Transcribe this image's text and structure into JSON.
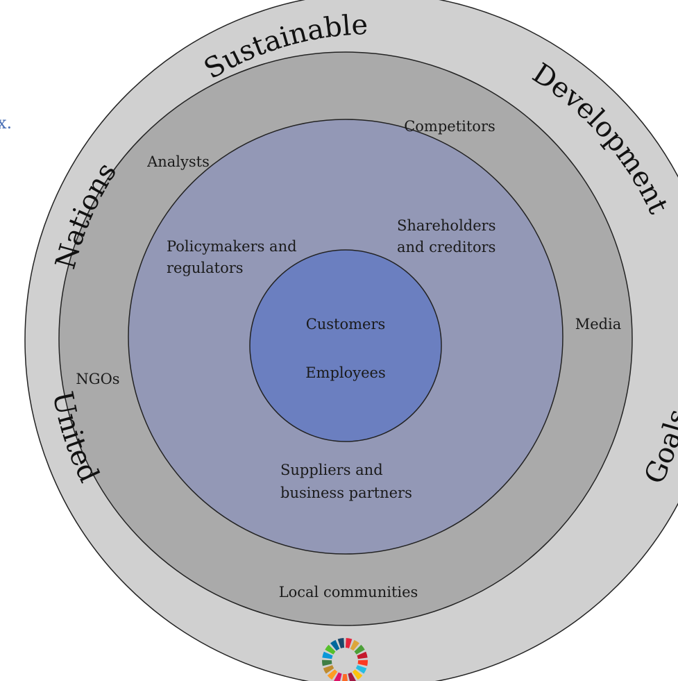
{
  "outer_ring": {
    "words": {
      "w1": "United",
      "w2": "Nations",
      "w3": "Sustainable",
      "w4": "Development",
      "w5": "Goals"
    }
  },
  "middle_ring": {
    "analysts": "Analysts",
    "competitors": "Competitors",
    "ngos": "NGOs",
    "media": "Media",
    "local_communities": "Local communities"
  },
  "inner_ring": {
    "policymakers_l1": "Policymakers and",
    "policymakers_l2": "regulators",
    "shareholders_l1": "Shareholders",
    "shareholders_l2": "and creditors",
    "suppliers_l1": "Suppliers and",
    "suppliers_l2": "business partners"
  },
  "core": {
    "customers": "Customers",
    "employees": "Employees"
  },
  "clipped_text": "x.",
  "colors": {
    "outer": "#d0d0d0",
    "middle": "#aaaaaa",
    "inner": "#9398b6",
    "core": "#6b7fc0",
    "stroke": "#222222",
    "clipped": "#4a6fb5"
  },
  "sdg_wheel": {
    "icon": "sdg-color-wheel-icon",
    "segment_colors": [
      "#e5243b",
      "#dda63a",
      "#4c9f38",
      "#c5192d",
      "#ff3a21",
      "#26bde2",
      "#fcc30b",
      "#a21942",
      "#fd6925",
      "#dd1367",
      "#fd9d24",
      "#bf8b2e",
      "#3f7e44",
      "#0a97d9",
      "#56c02b",
      "#00689d",
      "#19486a"
    ]
  }
}
